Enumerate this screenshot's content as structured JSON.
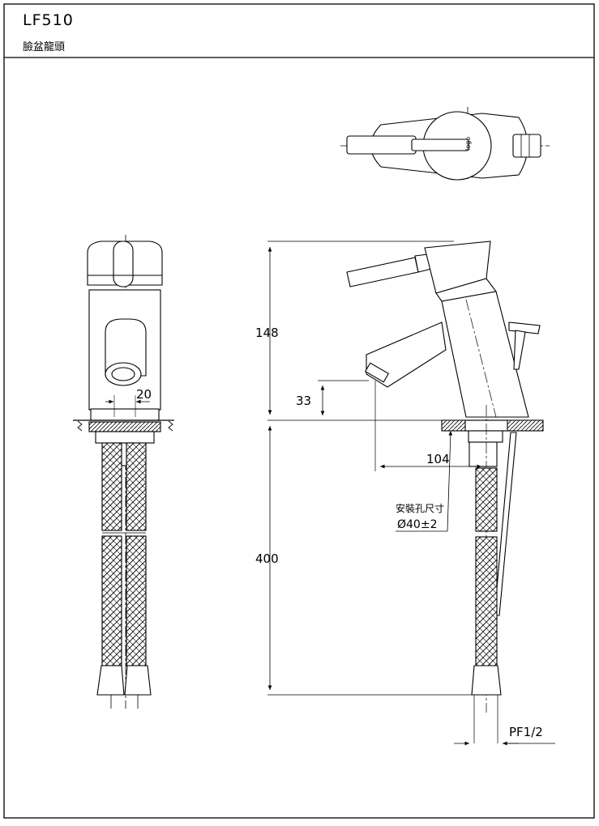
{
  "header": {
    "model_code": "LF510",
    "product_name": "臉盆龍頭"
  },
  "dimensions": {
    "height_above_deck": "148",
    "spout_height": "33",
    "spout_reach": "104",
    "hose_length": "400",
    "spindle_width": "20",
    "connection_thread": "PF1/2"
  },
  "notes": {
    "mounting_hole_label": "安裝孔尺寸",
    "mounting_hole_value": "Ø40±2"
  }
}
